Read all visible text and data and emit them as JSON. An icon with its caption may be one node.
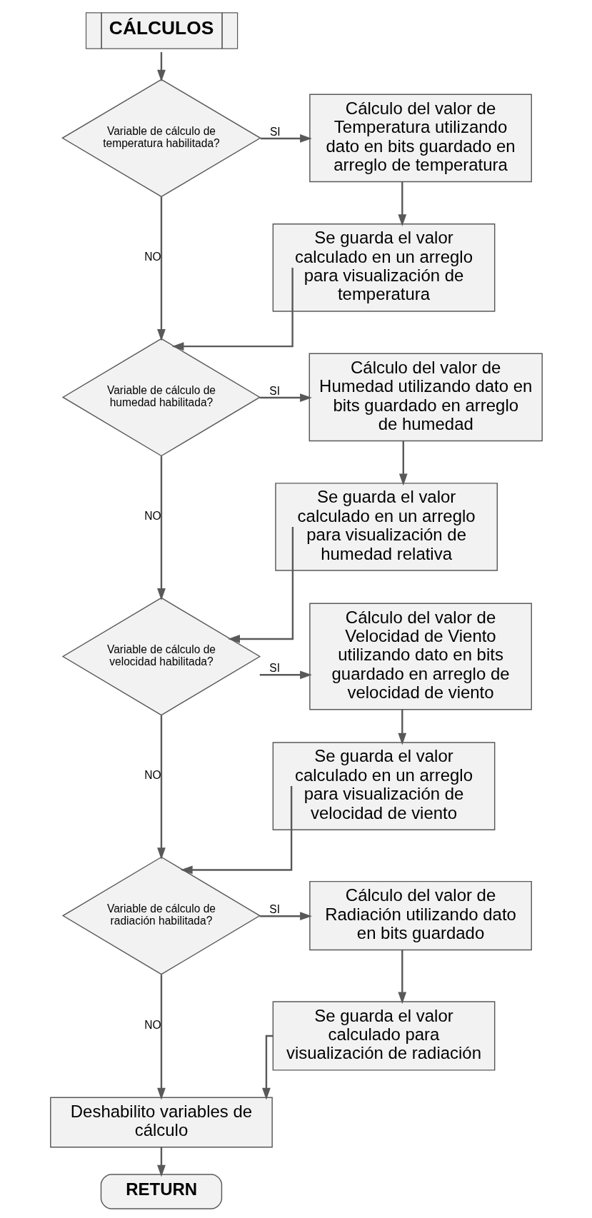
{
  "diagram": {
    "nodes": [
      {
        "text": [
          "CÁLCULOS"
        ]
      },
      {
        "text": [
          "Variable de cálculo de temperatura habilitada?"
        ]
      },
      {
        "text": [
          "Cálculo del valor de Temperatura utilizando dato en bits guardado en arreglo de temperatura"
        ]
      },
      {
        "text": [
          "Se guarda el valor calculado en un arreglo para visualización de temperatura"
        ]
      },
      {
        "text": [
          "Variable de cálculo de humedad habilitada?"
        ]
      },
      {
        "text": [
          "Cálculo del valor de Humedad utilizando dato en bits guardado en arreglo de humedad"
        ]
      },
      {
        "text": [
          "Se guarda el valor calculado en un arreglo para visualización de humedad relativa"
        ]
      },
      {
        "text": [
          "Variable de cálculo de velocidad habilitada?"
        ]
      },
      {
        "text": [
          "Cálculo del valor de Velocidad de Viento utilizando dato en bits guardado en arreglo de velocidad de viento"
        ]
      },
      {
        "text": [
          "Se guarda el valor calculado en un arreglo para visualización de velocidad de viento"
        ]
      },
      {
        "text": [
          "Variable de cálculo de radiación habilitada?"
        ]
      },
      {
        "text": [
          "Cálculo del valor de Radiación utilizando dato en bits guardado"
        ]
      },
      {
        "text": [
          "Se guarda el valor calculado para visualización de radiación"
        ]
      },
      {
        "text": [
          "Deshabilito variables de cálculo"
        ]
      },
      {
        "text": [
          "RETURN"
        ]
      }
    ],
    "edges": [
      {
        "from": 0,
        "to": 1,
        "arrow": "to"
      },
      {
        "from": 1,
        "to": 2,
        "arrow": "to",
        "label": "SI"
      },
      {
        "from": 2,
        "to": 3,
        "arrow": "to"
      },
      {
        "from": 1,
        "to": 4,
        "arrow": "to",
        "label": "NO"
      },
      {
        "from": 3,
        "to": 4,
        "arrow": "to"
      },
      {
        "from": 4,
        "to": 5,
        "arrow": "to",
        "label": "SI"
      },
      {
        "from": 5,
        "to": 6,
        "arrow": "to"
      },
      {
        "from": 4,
        "to": 7,
        "arrow": "to",
        "label": "NO"
      },
      {
        "from": 6,
        "to": 7,
        "arrow": "to"
      },
      {
        "from": 7,
        "to": 8,
        "arrow": "to",
        "label": "SI"
      },
      {
        "from": 8,
        "to": 9,
        "arrow": "to"
      },
      {
        "from": 7,
        "to": 10,
        "arrow": "to",
        "label": "NO"
      },
      {
        "from": 9,
        "to": 10,
        "arrow": "to"
      },
      {
        "from": 10,
        "to": 11,
        "arrow": "to",
        "label": "SI"
      },
      {
        "from": 11,
        "to": 12,
        "arrow": "to"
      },
      {
        "from": 10,
        "to": 13,
        "arrow": "to",
        "label": "NO"
      },
      {
        "from": 12,
        "to": 13,
        "arrow": "to"
      },
      {
        "from": 13,
        "to": 14,
        "arrow": "to"
      }
    ]
  }
}
